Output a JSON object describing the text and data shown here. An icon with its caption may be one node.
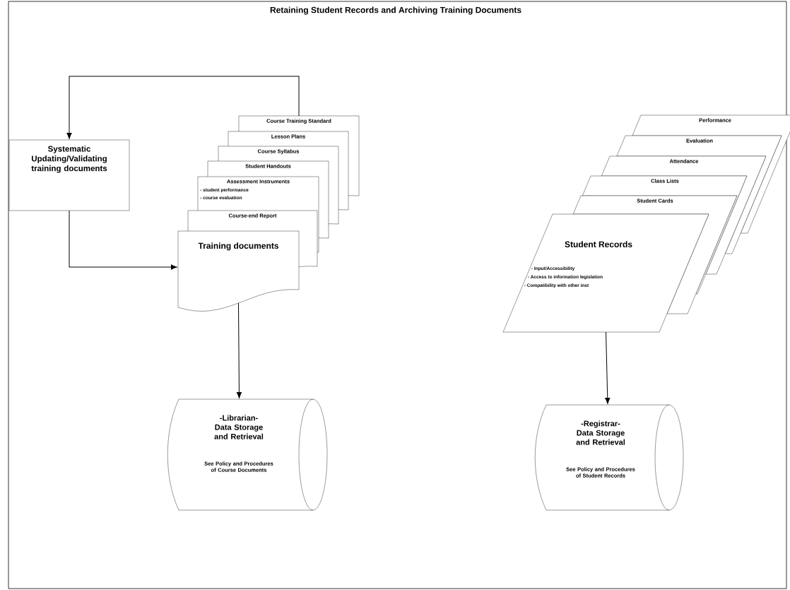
{
  "diagram": {
    "title": "Retaining Student Records and Archiving Training Documents",
    "nodes": [
      {
        "text": [
          "Systematic Updating/Validating training documents"
        ]
      },
      {
        "text": [
          "Course Training Standard"
        ]
      },
      {
        "text": [
          "Lesson Plans"
        ]
      },
      {
        "text": [
          "Course Syllabus"
        ]
      },
      {
        "text": [
          "Student Handouts"
        ]
      },
      {
        "text": [
          "Assessment Instruments",
          "- student performance",
          "- course evaluation"
        ]
      },
      {
        "text": [
          "Course-end Report"
        ]
      },
      {
        "text": [
          "Training documents"
        ]
      },
      {
        "text": [
          "Performance"
        ]
      },
      {
        "text": [
          "Evaluation"
        ]
      },
      {
        "text": [
          "Attendance"
        ]
      },
      {
        "text": [
          "Class Lists"
        ]
      },
      {
        "text": [
          "Student Cards"
        ]
      },
      {
        "text": [
          "Student Records",
          "- Input/Accessibility",
          "- Access to information legislation",
          "- Compatibility with other inst"
        ]
      },
      {
        "text": [
          "-Librarian- Data Storage and Retrieval",
          "See Policy and Procedures of Course Documents"
        ]
      },
      {
        "text": [
          "-Registrar- Data Storage and Retrieval",
          "See Policy and Procedures of Student Records"
        ]
      }
    ],
    "edges": [
      {
        "from": 1,
        "to": 0,
        "arrow": "to"
      },
      {
        "from": 0,
        "to": 7,
        "arrow": "to"
      },
      {
        "from": 7,
        "to": 14,
        "arrow": "to"
      },
      {
        "from": 13,
        "to": 15,
        "arrow": "to"
      }
    ]
  }
}
